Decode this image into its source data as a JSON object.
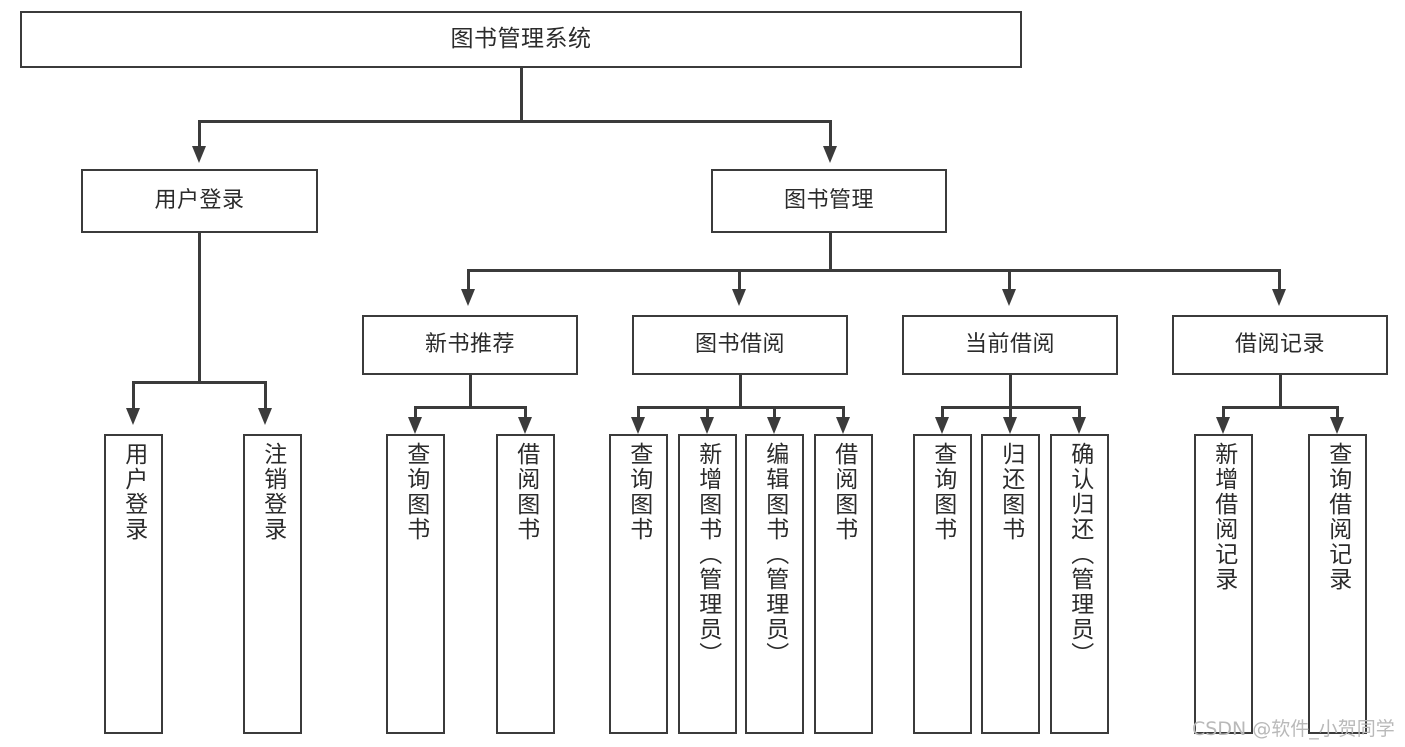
{
  "diagram": {
    "title": "图书管理系统",
    "type": "tree-hierarchy-chart",
    "root": {
      "label": "图书管理系统"
    },
    "level2": [
      {
        "label": "用户登录"
      },
      {
        "label": "图书管理"
      }
    ],
    "level3": [
      {
        "label": "新书推荐"
      },
      {
        "label": "图书借阅"
      },
      {
        "label": "当前借阅"
      },
      {
        "label": "借阅记录"
      }
    ],
    "leaves": {
      "user_login": [
        {
          "label": "用户登录"
        },
        {
          "label": "注销登录"
        }
      ],
      "new_book_recommend": [
        {
          "label": "查询图书"
        },
        {
          "label": "借阅图书"
        }
      ],
      "book_borrow": [
        {
          "label": "查询图书"
        },
        {
          "label": "新增图书（管理员）"
        },
        {
          "label": "编辑图书（管理员）"
        },
        {
          "label": "借阅图书"
        }
      ],
      "current_borrow": [
        {
          "label": "查询图书"
        },
        {
          "label": "归还图书"
        },
        {
          "label": "确认归还（管理员）"
        }
      ],
      "borrow_record": [
        {
          "label": "新增借阅记录"
        },
        {
          "label": "查询借阅记录"
        }
      ]
    },
    "watermark": "CSDN @软件_小贺同学",
    "colors": {
      "stroke": "#3b3b3b",
      "background": "#ffffff",
      "text": "#2b2b2b",
      "watermark": "#b9b9b9"
    }
  }
}
